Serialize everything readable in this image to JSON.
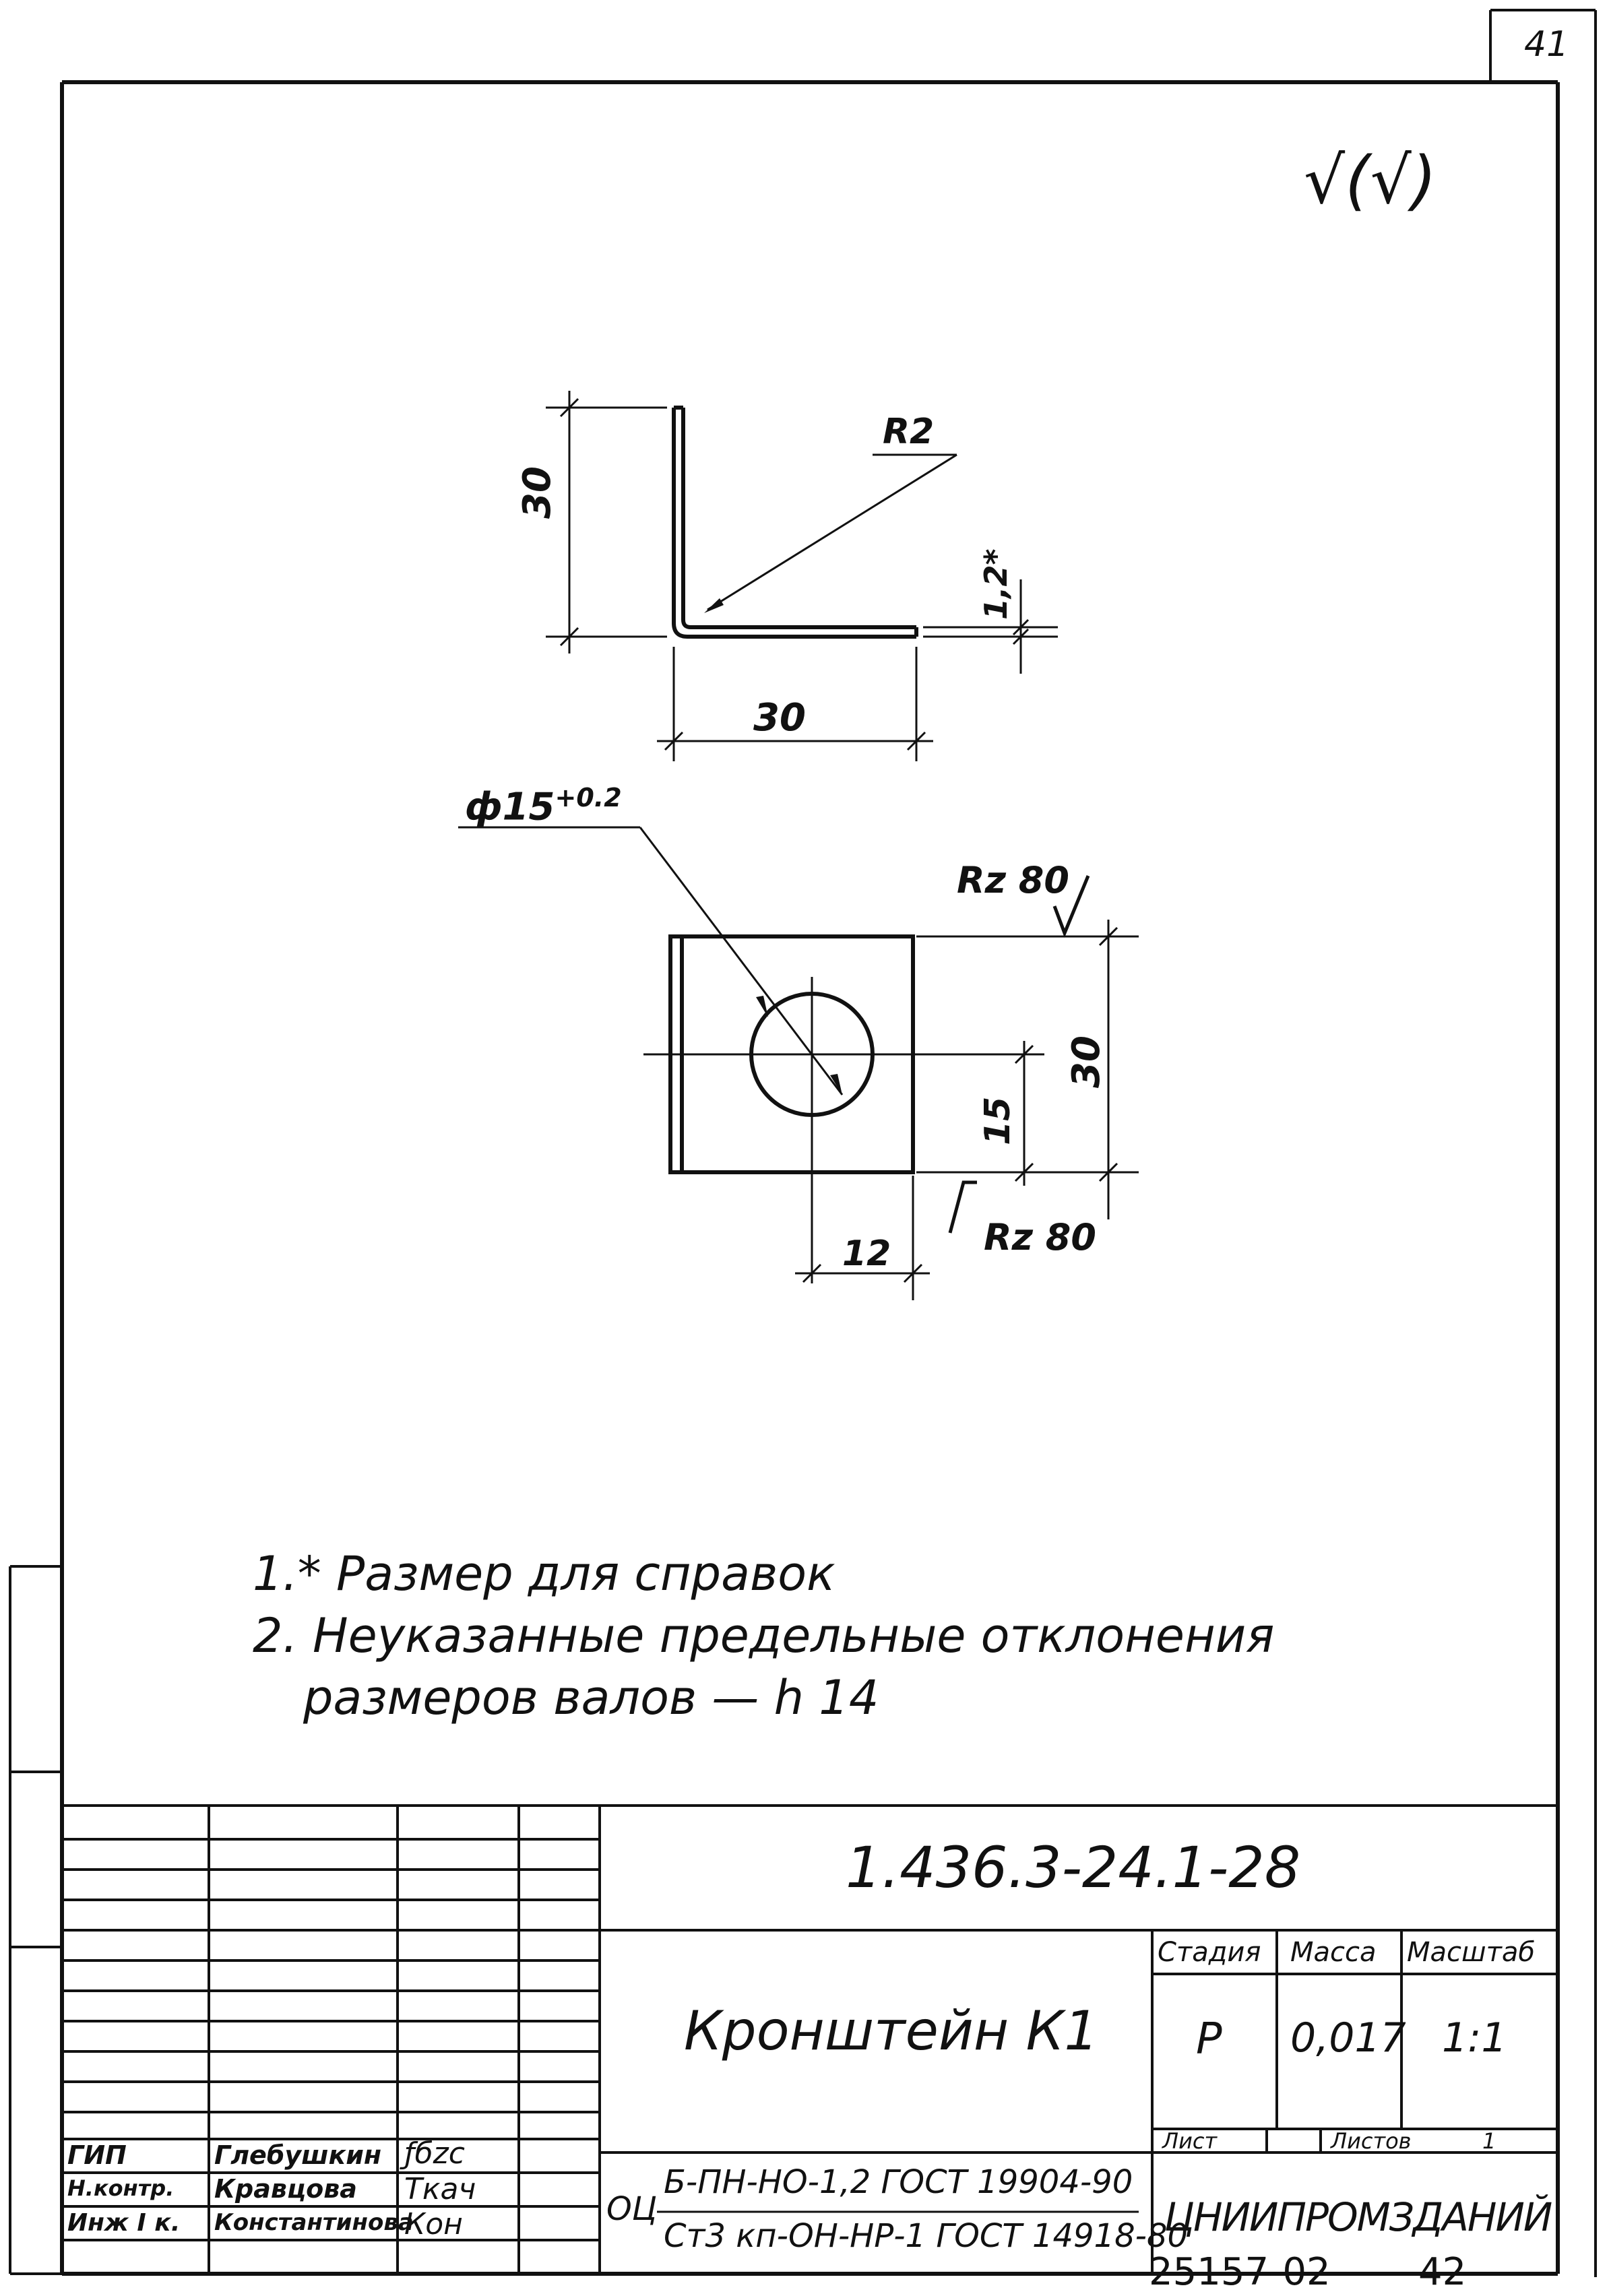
{
  "sheet_number_top": "41",
  "sheet_number_bottom": "42",
  "archive_number": "25157-02",
  "roughness_mark": "√(√)",
  "drawing": {
    "angle_view": {
      "radius_label": "R2",
      "height_dim": "30",
      "width_dim": "30",
      "thickness_dim": "1,2*"
    },
    "plate_view": {
      "hole_dim": "ф15",
      "hole_tol": "+0.2",
      "roughness_top": "Rz 80",
      "roughness_bottom": "Rz 80",
      "height_dim": "30",
      "half_height_dim": "15",
      "offset_dim": "12"
    }
  },
  "notes": [
    "1.* Размер для справок",
    "2. Неуказанные предельные отклонения",
    "размеров валов — h 14"
  ],
  "title_block": {
    "designation": "1.436.3-24.1-28",
    "part_name": "Кронштейн К1",
    "stage_label": "Стадия",
    "mass_label": "Масса",
    "scale_label": "Масштаб",
    "stage": "Р",
    "mass": "0,017",
    "scale": "1:1",
    "sheet_label": "Лист",
    "sheets_label": "Листов",
    "sheets_count": "1",
    "material_prefix": "ОЦ",
    "material_line1": "Б-ПН-НО-1,2 ГОСТ 19904-90",
    "material_line2": "Ст3 кп-ОН-НР-1 ГОСТ 14918-80",
    "organization": "ЦНИИПРОМЗДАНИЙ",
    "signatures": [
      {
        "role": "ГИП",
        "name": "Глебушкин",
        "sign": "ƒбzc"
      },
      {
        "role": "Н.контр.",
        "name": "Кравцова",
        "sign": "Ткач"
      },
      {
        "role": "Инж I к.",
        "name": "Константинова",
        "sign": "Кон"
      }
    ]
  }
}
